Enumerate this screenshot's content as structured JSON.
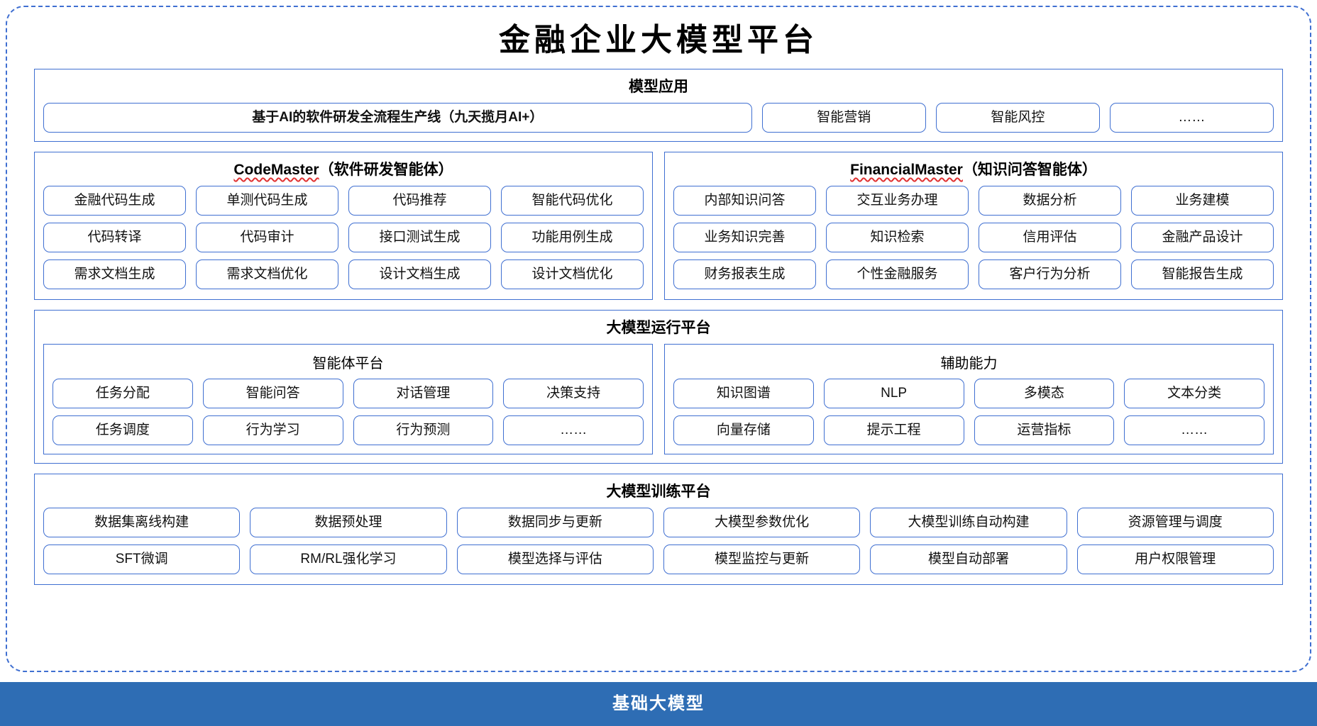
{
  "title": "金融企业大模型平台",
  "model_application": {
    "title": "模型应用",
    "main_app": "基于AI的软件研发全流程生产线（九天揽月AI+）",
    "items": [
      "智能营销",
      "智能风控",
      "……"
    ]
  },
  "agents": [
    {
      "title_latin": "CodeMaster",
      "title_cn": "（软件研发智能体）",
      "rows": [
        [
          "金融代码生成",
          "单测代码生成",
          "代码推荐",
          "智能代码优化"
        ],
        [
          "代码转译",
          "代码审计",
          "接口测试生成",
          "功能用例生成"
        ],
        [
          "需求文档生成",
          "需求文档优化",
          "设计文档生成",
          "设计文档优化"
        ]
      ]
    },
    {
      "title_latin": "FinancialMaster",
      "title_cn": "（知识问答智能体）",
      "rows": [
        [
          "内部知识问答",
          "交互业务办理",
          "数据分析",
          "业务建模"
        ],
        [
          "业务知识完善",
          "知识检索",
          "信用评估",
          "金融产品设计"
        ],
        [
          "财务报表生成",
          "个性金融服务",
          "客户行为分析",
          "智能报告生成"
        ]
      ]
    }
  ],
  "runtime_platform": {
    "title": "大模型运行平台",
    "subpanels": [
      {
        "title": "智能体平台",
        "rows": [
          [
            "任务分配",
            "智能问答",
            "对话管理",
            "决策支持"
          ],
          [
            "任务调度",
            "行为学习",
            "行为预测",
            "……"
          ]
        ]
      },
      {
        "title": "辅助能力",
        "rows": [
          [
            "知识图谱",
            "NLP",
            "多模态",
            "文本分类"
          ],
          [
            "向量存储",
            "提示工程",
            "运营指标",
            "……"
          ]
        ]
      }
    ]
  },
  "training_platform": {
    "title": "大模型训练平台",
    "rows": [
      [
        "数据集离线构建",
        "数据预处理",
        "数据同步与更新",
        "大模型参数优化",
        "大模型训练自动构建",
        "资源管理与调度"
      ],
      [
        "SFT微调",
        "RM/RL强化学习",
        "模型选择与评估",
        "模型监控与更新",
        "模型自动部署",
        "用户权限管理"
      ]
    ]
  },
  "base_model_bar": "基础大模型",
  "colors": {
    "frame_border": "#3f6fd1",
    "pill_border": "#3f6fd1",
    "base_bar_bg": "#2e6db4",
    "base_bar_text": "#ffffff",
    "spellcheck_underline": "#e03030"
  }
}
